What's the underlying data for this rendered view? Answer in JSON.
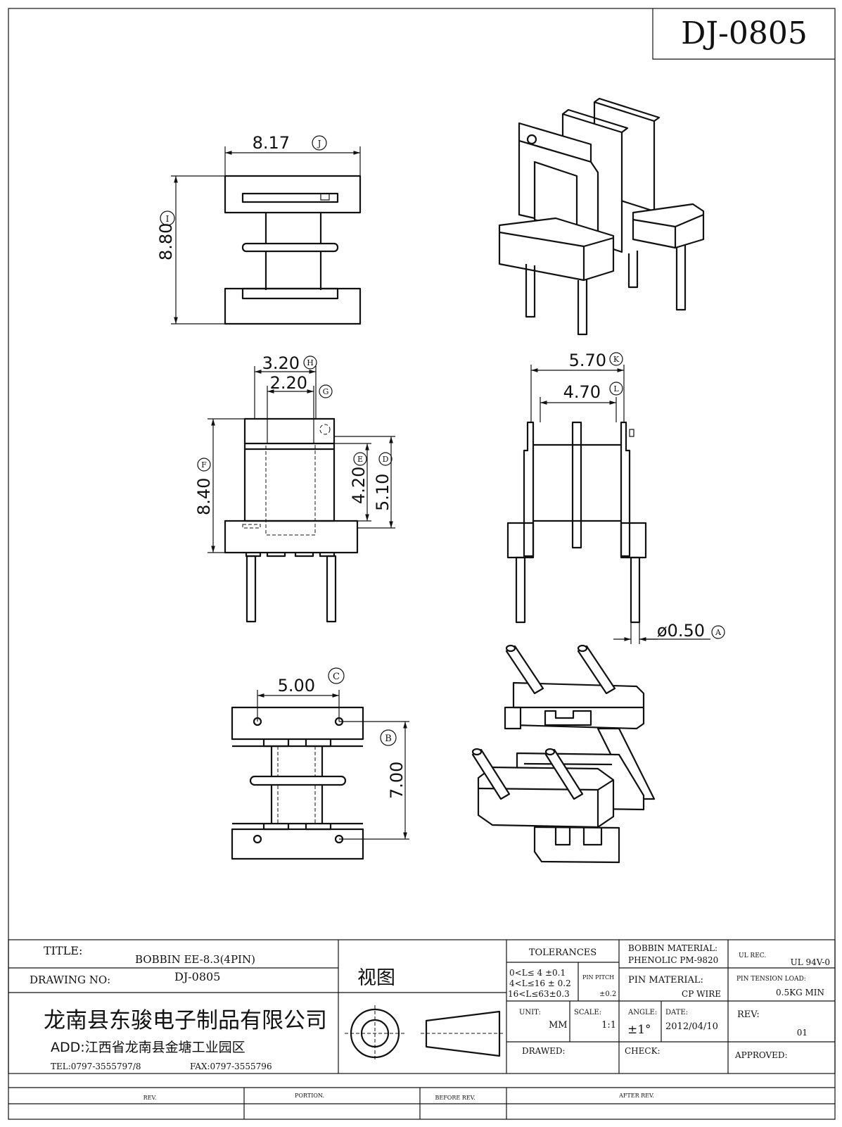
{
  "drawing_id": "DJ-0805",
  "dimensions": {
    "top_width": "8.17",
    "top_width_tag": "J",
    "top_height": "8.80",
    "top_height_tag": "I",
    "front_outer_width": "3.20",
    "front_outer_width_tag": "H",
    "front_inner_width": "2.20",
    "front_inner_width_tag": "G",
    "front_height": "8.40",
    "front_height_tag": "F",
    "winding_height": "4.20",
    "winding_height_tag": "E",
    "flange_height": "5.10",
    "flange_height_tag": "D",
    "side_outer_width": "5.70",
    "side_outer_width_tag": "K",
    "side_inner_width": "4.70",
    "side_inner_width_tag": "L",
    "pin_diameter": "ø0.50",
    "pin_diameter_tag": "A",
    "bottom_pin_pitch": "5.00",
    "bottom_pin_pitch_tag": "C",
    "bottom_row_pitch": "7.00",
    "bottom_row_pitch_tag": "B"
  },
  "title_block": {
    "title_label": "TITLE:",
    "title_value": "BOBBIN   EE-8.3(4PIN)",
    "drawing_no_label": "DRAWING NO:",
    "drawing_no_value": "DJ-0805",
    "view_label": "视图",
    "company_name": "龙南县东骏电子制品有限公司",
    "address": "ADD:江西省龙南县金塘工业园区",
    "tel": "TEL:0797-3555797/8",
    "fax": "FAX:0797-3555796",
    "tolerances_label": "TOLERANCES",
    "tolerance_rows": [
      "0<L≤ 4  ±0.1",
      "4<L≤16 ± 0.2",
      "16<L≤63±0.3"
    ],
    "pin_pitch_label": "PIN PITCH",
    "pin_pitch_value": "±0.2",
    "unit_label": "UNIT:",
    "unit_value": "MM",
    "scale_label": "SCALE:",
    "scale_value": "1:1",
    "angle_label": "ANGLE:",
    "angle_value": "±1°",
    "date_label": "DATE:",
    "date_value": "2012/04/10",
    "drawed_label": "DRAWED:",
    "check_label": "CHECK:",
    "bobbin_material_label": "BOBBIN MATERIAL:",
    "bobbin_material_value": "PHENOLIC  PM-9820",
    "pin_material_label": "PIN MATERIAL:",
    "pin_material_value": "CP WIRE",
    "ul_rec_label": "UL REC.",
    "ul_rec_value": "UL  94V-0",
    "pin_tension_label": "PIN TENSION LOAD:",
    "pin_tension_value": "0.5KG MIN",
    "rev_label": "REV:",
    "rev_value": "01",
    "approved_label": "APPROVED:"
  },
  "revision_strip": {
    "rev": "REV.",
    "portion": "PORTION.",
    "before_rev": "BEFORE REV.",
    "after_rev": "AFTER REV."
  }
}
